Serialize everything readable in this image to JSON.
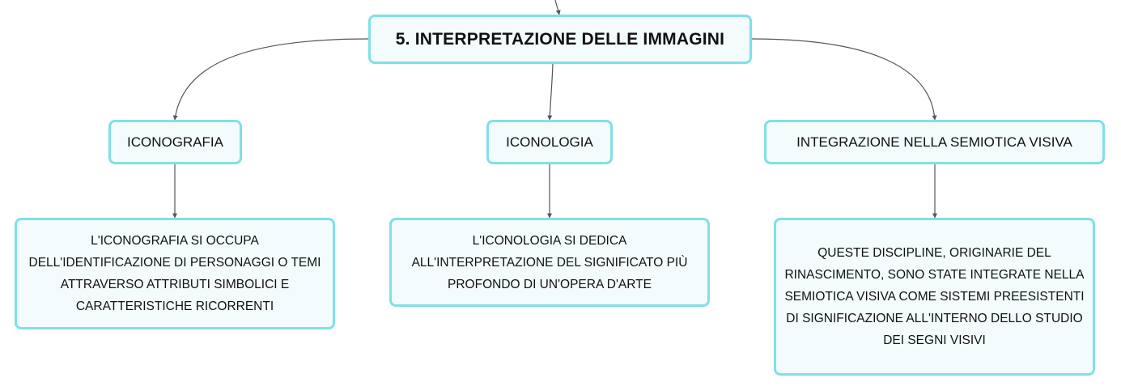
{
  "diagram": {
    "root": {
      "label": "5. INTERPRETAZIONE DELLE IMMAGINI"
    },
    "branches": [
      {
        "label": "ICONOGRAFIA",
        "description": "L'ICONOGRAFIA SI OCCUPA DELL'IDENTIFICAZIONE DI PERSONAGGI O TEMI ATTRAVERSO ATTRIBUTI SIMBOLICI E CARATTERISTICHE RICORRENTI"
      },
      {
        "label": "ICONOLOGIA",
        "description": "L'ICONOLOGIA SI DEDICA ALL'INTERPRETAZIONE DEL SIGNIFICATO PIÙ PROFONDO DI UN'OPERA D'ARTE"
      },
      {
        "label": "INTEGRAZIONE NELLA SEMIOTICA VISIVA",
        "description": "QUESTE DISCIPLINE, ORIGINARIE DEL RINASCIMENTO, SONO STATE INTEGRATE NELLA SEMIOTICA VISIVA COME SISTEMI PREESISTENTI DI SIGNIFICAZIONE ALL'INTERNO DELLO STUDIO DEI SEGNI VISIVI"
      }
    ]
  },
  "colors": {
    "node_border": "#7fe0e6",
    "node_fill": "#f3fbfc",
    "connector": "#555555"
  }
}
